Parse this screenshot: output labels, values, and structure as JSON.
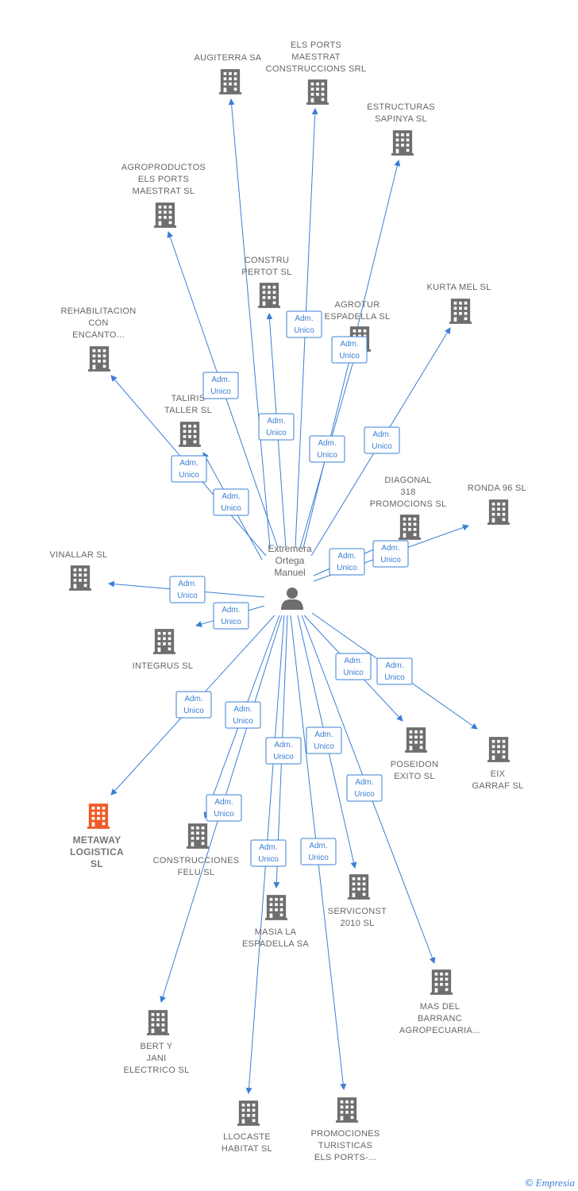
{
  "colors": {
    "edge": "#3a7fd5",
    "building": "#6e6e6e",
    "highlight": "#f05a28",
    "label": "#666666"
  },
  "center": {
    "label": [
      "Extremera",
      "Ortega",
      "Manuel"
    ],
    "icon": "person-icon"
  },
  "edge_label": [
    "Adm.",
    "Unico"
  ],
  "companies": [
    {
      "id": "augiterra",
      "label": [
        "AUGITERRA SA"
      ]
    },
    {
      "id": "els-ports",
      "label": [
        "ELS PORTS",
        "MAESTRAT",
        "CONSTRUCCIONS SRL"
      ]
    },
    {
      "id": "estructuras",
      "label": [
        "ESTRUCTURAS",
        "SAPINYA SL"
      ]
    },
    {
      "id": "agroproductos",
      "label": [
        "AGROPRODUCTOS",
        "ELS PORTS",
        "MAESTRAT SL"
      ]
    },
    {
      "id": "constru-pertot",
      "label": [
        "CONSTRU",
        "PERTOT SL"
      ]
    },
    {
      "id": "agrotur",
      "label": [
        "AGROTUR",
        "ESPADELLA SL"
      ]
    },
    {
      "id": "kurta-mel",
      "label": [
        "KURTA MEL  SL"
      ]
    },
    {
      "id": "rehabilitacion",
      "label": [
        "REHABILITACION",
        "CON",
        "ENCANTO..."
      ]
    },
    {
      "id": "taliris",
      "label": [
        "TALIRIS",
        "TALLER  SL"
      ]
    },
    {
      "id": "diagonal",
      "label": [
        "DIAGONAL",
        "318",
        "PROMOCIONS SL"
      ]
    },
    {
      "id": "ronda96",
      "label": [
        "RONDA 96 SL"
      ]
    },
    {
      "id": "vinallar",
      "label": [
        "VINALLAR SL"
      ]
    },
    {
      "id": "integrus",
      "label": [
        "INTEGRUS  SL"
      ]
    },
    {
      "id": "poseidon",
      "label": [
        "POSEIDON",
        "EXITO  SL"
      ]
    },
    {
      "id": "eix-garraf",
      "label": [
        "EIX",
        "GARRAF SL"
      ]
    },
    {
      "id": "metaway",
      "label": [
        "METAWAY",
        "LOGISTICA",
        "SL"
      ],
      "highlight": true
    },
    {
      "id": "felu",
      "label": [
        "CONSTRUCCIONES",
        "FELU  SL"
      ]
    },
    {
      "id": "masia",
      "label": [
        "MASIA LA",
        "ESPADELLA SA"
      ]
    },
    {
      "id": "serviconst",
      "label": [
        "SERVICONST",
        "2010 SL"
      ]
    },
    {
      "id": "mas-del-barranc",
      "label": [
        "MAS DEL",
        "BARRANC",
        "AGROPECUARIA..."
      ]
    },
    {
      "id": "bert-jani",
      "label": [
        "BERT Y",
        "JANI",
        "ELECTRICO  SL"
      ]
    },
    {
      "id": "llocaste",
      "label": [
        "LLOCASTE",
        "HABITAT SL"
      ]
    },
    {
      "id": "promociones",
      "label": [
        "PROMOCIONES",
        "TURISTICAS",
        "ELS PORTS-..."
      ]
    }
  ],
  "footer": {
    "copyright": "©",
    "brand": "Empresia"
  }
}
